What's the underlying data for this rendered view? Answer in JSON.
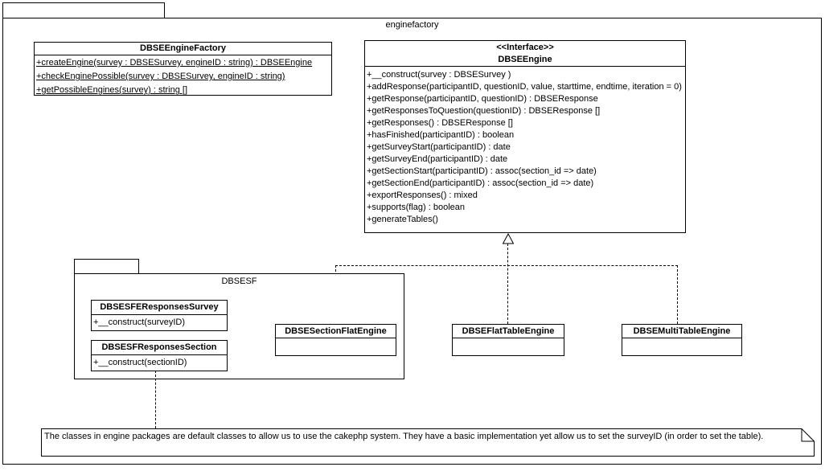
{
  "outer_package": {
    "name": "enginefactory"
  },
  "factory": {
    "name": "DBSEEngineFactory",
    "methods": [
      "+createEngine(survey : DBSESurvey, engineID : string) : DBSEEngine",
      "+checkEnginePossible(survey : DBSESurvey, engineID : string)",
      "+getPossibleEngines(survey) : string []"
    ]
  },
  "engine_interface": {
    "stereotype": "<<Interface>>",
    "name": "DBSEEngine",
    "methods": [
      "+__construct(survey : DBSESurvey )",
      "+addResponse(participantID, questionID, value, starttime, endtime, iteration = 0)",
      "+getResponse(participantID, questionID) : DBSEResponse",
      "+getResponsesToQuestion(questionID) : DBSEResponse []",
      "+getResponses() : DBSEResponse []",
      "+hasFinished(participantID) : boolean",
      "+getSurveyStart(participantID) : date",
      "+getSurveyEnd(participantID) : date",
      "+getSectionStart(participantID) : assoc(section_id => date)",
      "+getSectionEnd(participantID) : assoc(section_id => date)",
      "+exportResponses() : mixed",
      "+supports(flag) : boolean",
      "+generateTables()"
    ]
  },
  "sf_package": {
    "name": "DBSESF",
    "survey_class": {
      "name": "DBSESFEResponsesSurvey",
      "methods": [
        "+__construct(surveyID)"
      ]
    },
    "section_class": {
      "name": "DBSESFResponsesSection",
      "methods": [
        "+__construct(sectionID)"
      ]
    }
  },
  "engine_classes": {
    "section_flat": {
      "name": "DBSESectionFlatEngine"
    },
    "flat_table": {
      "name": "DBSEFlatTableEngine"
    },
    "multi_table": {
      "name": "DBSEMultiTableEngine"
    }
  },
  "note": {
    "text": "The classes in engine packages are default classes to allow us to use the cakephp system. They have a basic implementation yet allow us to set the surveyID (in order to set the table)."
  },
  "colors": {
    "line": "#000000",
    "background": "#ffffff"
  }
}
